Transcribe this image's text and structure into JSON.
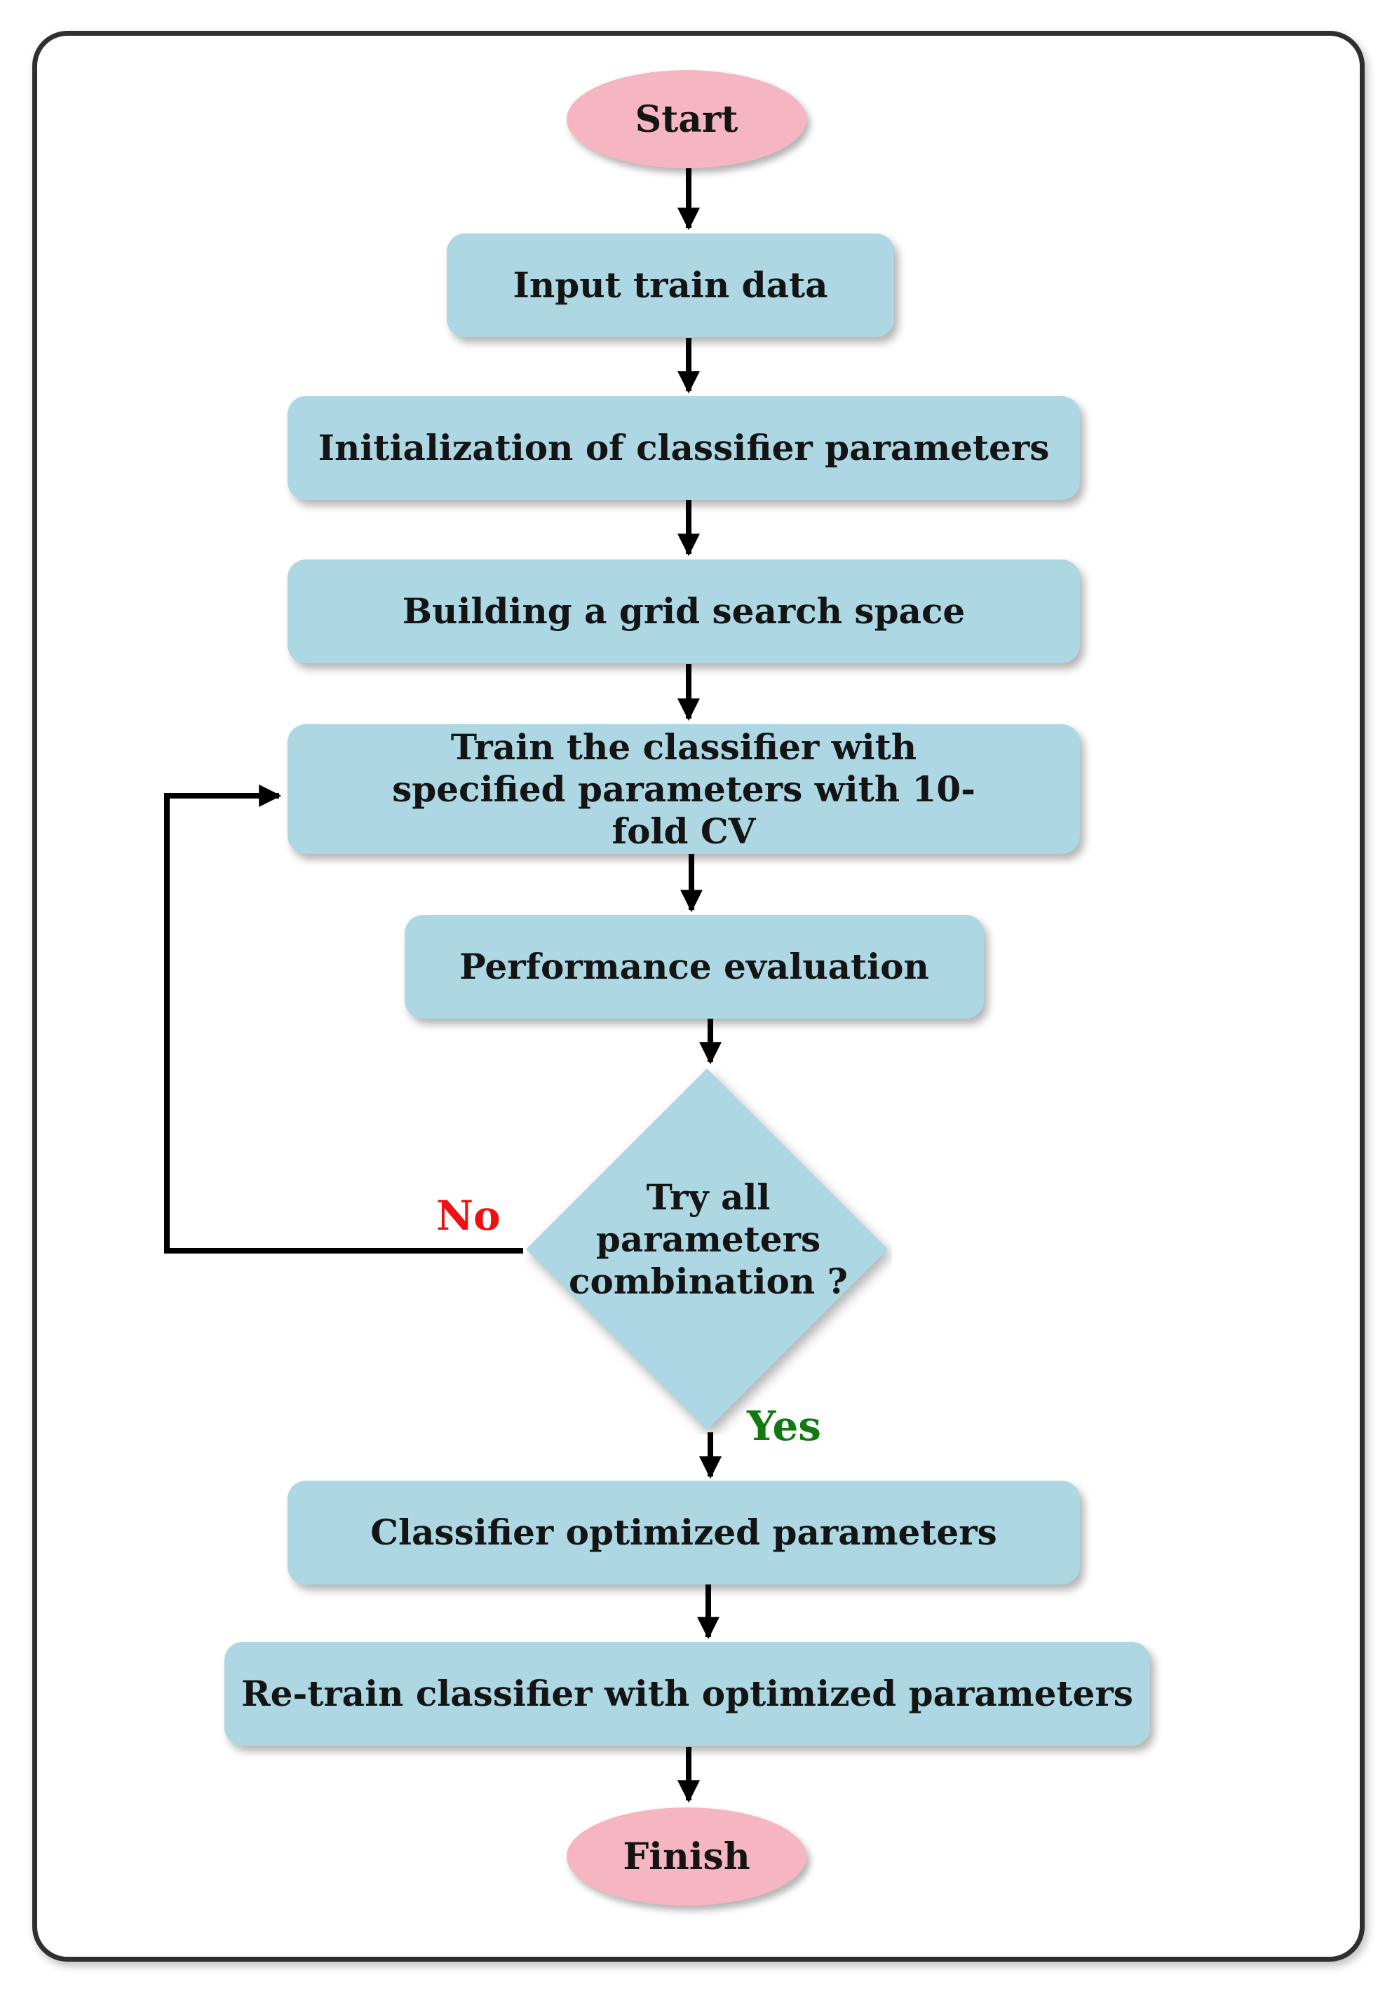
{
  "nodes": {
    "start": "Start",
    "input": "Input train data",
    "init": "Initialization of classifier parameters",
    "grid": "Building a grid search space",
    "train": "Train the classifier with specified parameters with 10-fold CV",
    "eval": "Performance evaluation",
    "decision": "Try all parameters combination ?",
    "optimized": "Classifier optimized parameters",
    "retrain": "Re-train classifier with optimized parameters",
    "finish": "Finish"
  },
  "branches": {
    "no": "No",
    "yes": "Yes"
  },
  "colors": {
    "process_fill": "#acd7e3",
    "terminal_fill": "#f5b6c2",
    "decision_fill": "#acd7e3",
    "arrow": "#000000",
    "no_label": "#ee1111",
    "yes_label": "#117a11"
  }
}
